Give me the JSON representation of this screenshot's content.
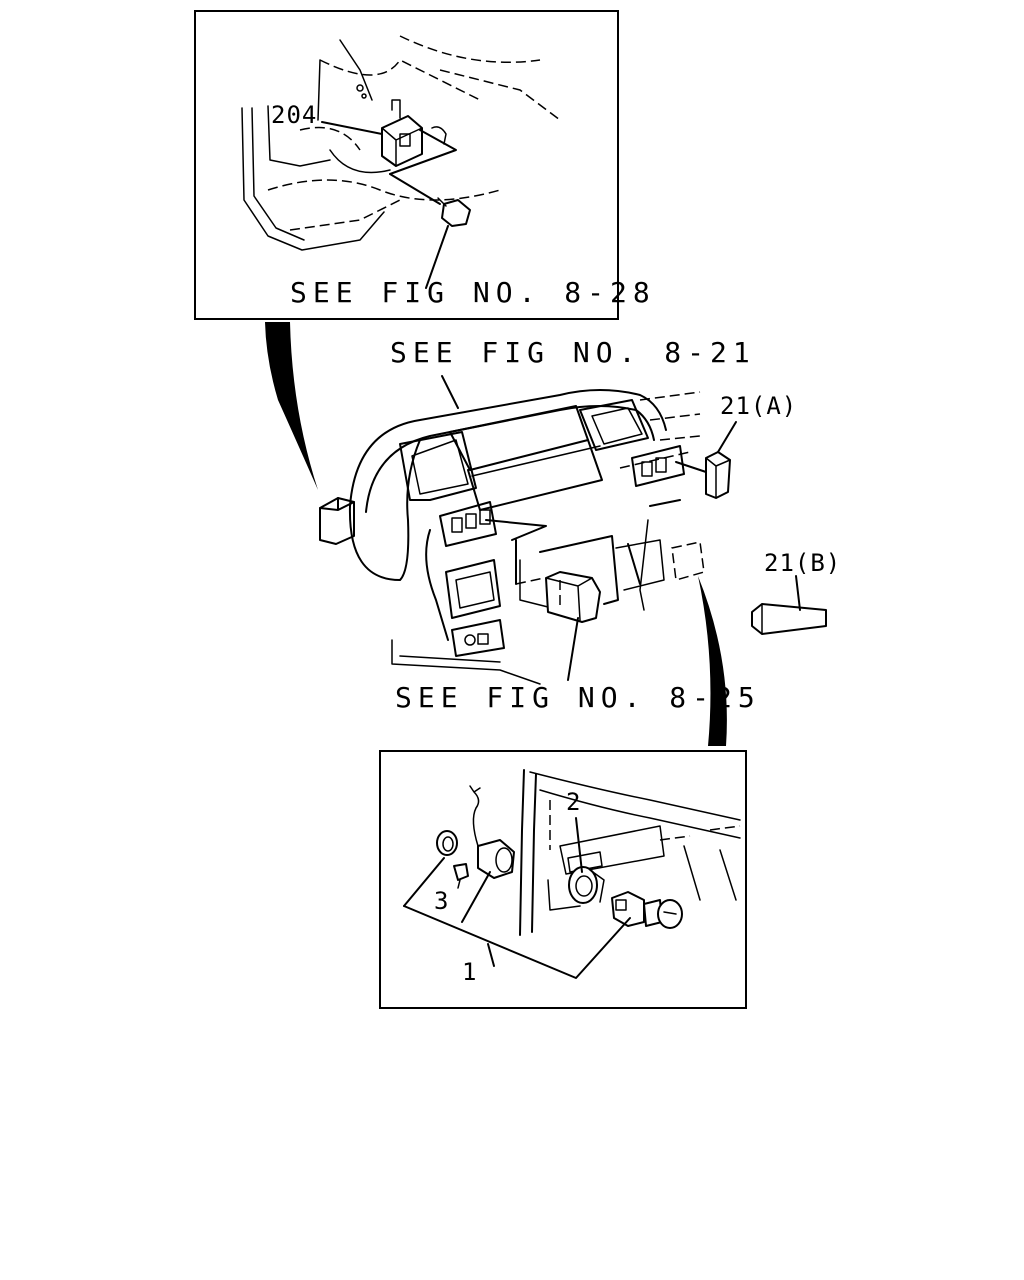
{
  "callouts": {
    "part_204": "204",
    "see_fig_8_28": "SEE FIG NO. 8-28",
    "see_fig_8_21": "SEE FIG NO. 8-21",
    "part_21a": "21(A)",
    "part_21b": "21(B)",
    "see_fig_8_25": "SEE FIG NO. 8-25",
    "part_2": "2",
    "part_3": "3",
    "part_1": "1"
  }
}
